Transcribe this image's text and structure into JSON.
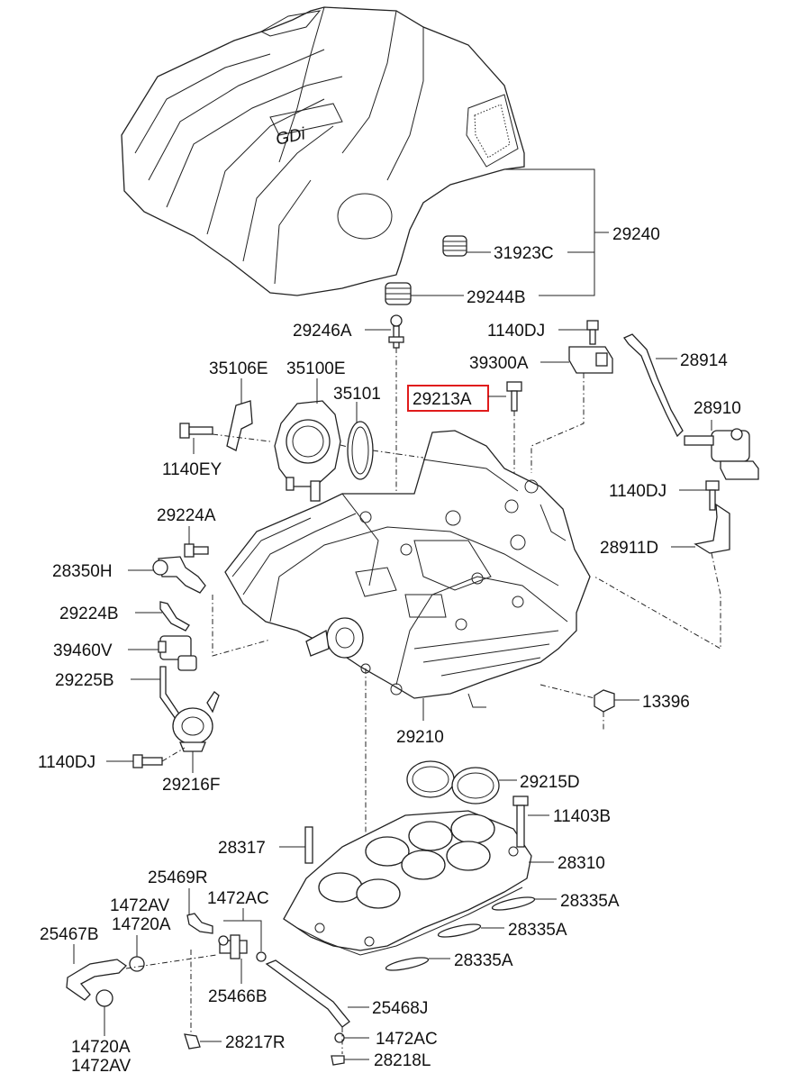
{
  "diagram": {
    "cover_logo": "GDi",
    "highlight_color": "#e01b1b",
    "labels": {
      "l29240": "29240",
      "l31923C": "31923C",
      "l29244B": "29244B",
      "l29246A": "29246A",
      "l1140DJ_top": "1140DJ",
      "l39300A": "39300A",
      "l28914": "28914",
      "l35106E": "35106E",
      "l35100E": "35100E",
      "l35101": "35101",
      "l29213A": "29213A",
      "l28910": "28910",
      "l1140EY": "1140EY",
      "l1140DJ_right": "1140DJ",
      "l29224A": "29224A",
      "l28911D": "28911D",
      "l28350H": "28350H",
      "l29224B": "29224B",
      "l39460V": "39460V",
      "l29225B": "29225B",
      "l13396": "13396",
      "l29210": "29210",
      "l1140DJ_left": "1140DJ",
      "l29216F": "29216F",
      "l29215D": "29215D",
      "l11403B": "11403B",
      "l28317": "28317",
      "l28310": "28310",
      "l25469R": "25469R",
      "l1472AV_mid": "1472AV",
      "l1472AC_mid": "1472AC",
      "l14720A_mid": "14720A",
      "l28335A_1": "28335A",
      "l25467B": "25467B",
      "l28335A_2": "28335A",
      "l28335A_3": "28335A",
      "l25466B": "25466B",
      "l25468J": "25468J",
      "l1472AC_bot": "1472AC",
      "l28217R": "28217R",
      "l14720A_bot": "14720A",
      "l28218L": "28218L",
      "l1472AV_bot": "1472AV"
    }
  }
}
